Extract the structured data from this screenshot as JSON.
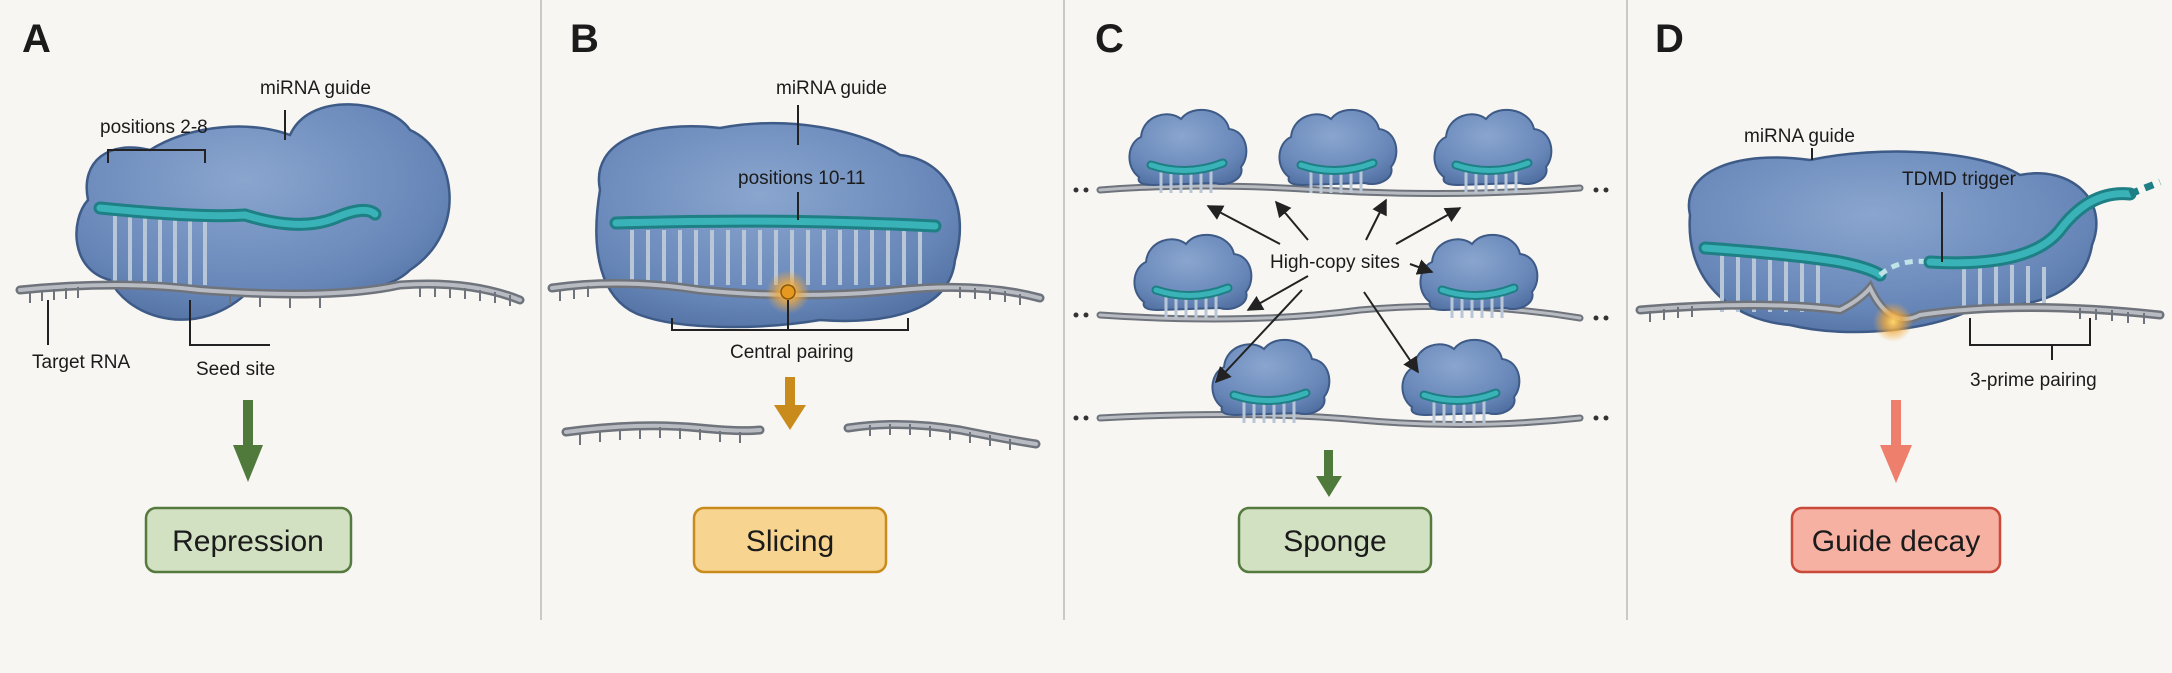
{
  "panels": [
    {
      "letter": "A",
      "outcome": "Repression"
    },
    {
      "letter": "B",
      "outcome": "Slicing"
    },
    {
      "letter": "C",
      "outcome": "Sponge"
    },
    {
      "letter": "D",
      "outcome": "Guide decay"
    }
  ],
  "labels": {
    "a_guide": "miRNA guide",
    "a_positions": "positions 2-8",
    "a_target": "Target RNA",
    "a_seed": "Seed site",
    "b_guide": "miRNA guide",
    "b_positions": "positions 10-11",
    "b_central": "Central pairing",
    "c_sites": "High-copy sites",
    "d_guide": "miRNA guide",
    "d_trigger": "TDMD trigger",
    "d_pairing": "3-prime pairing"
  },
  "colors": {
    "background": "#f7f6f2",
    "protein": "#6d8fbf",
    "guide": "#2ea3a8",
    "target": "#8e929a",
    "repression_fill": "#d3e1c3",
    "repression_stroke": "#557a3e",
    "slicing_fill": "#f8d491",
    "slicing_stroke": "#c98b1c",
    "decay_fill": "#f6b1a3",
    "decay_stroke": "#c9493a",
    "arrow_green": "#4f7a3b",
    "arrow_orange": "#c98b1c",
    "arrow_salmon": "#ef7f6d"
  }
}
